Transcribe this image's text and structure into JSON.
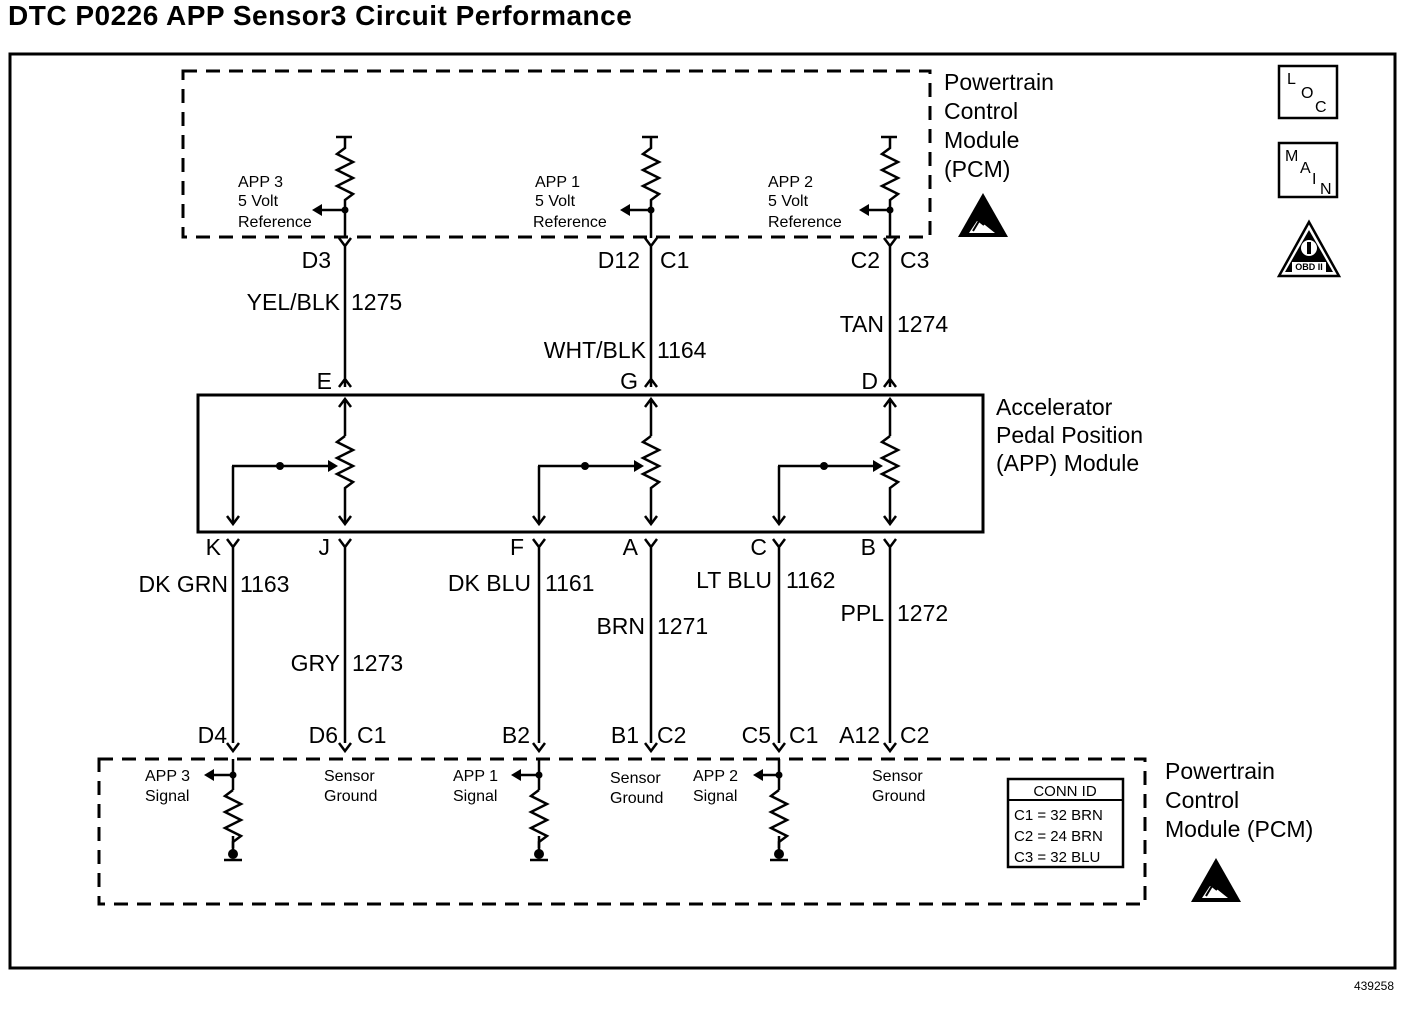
{
  "title": "DTC P0226 APP Sensor3 Circuit Performance",
  "figure_number": "439258",
  "pcm_top": {
    "label_lines": [
      "Powertrain",
      "Control",
      "Module",
      "(PCM)"
    ],
    "refs": [
      {
        "lines": [
          "APP 3",
          "5 Volt",
          "Reference"
        ]
      },
      {
        "lines": [
          "APP 1",
          "5 Volt",
          "Reference"
        ]
      },
      {
        "lines": [
          "APP 2",
          "5 Volt",
          "Reference"
        ]
      }
    ]
  },
  "app_module": {
    "label_lines": [
      "Accelerator",
      "Pedal Position",
      "(APP) Module"
    ]
  },
  "pcm_bottom": {
    "label_lines": [
      "Powertrain",
      "Control",
      "Module (PCM)"
    ],
    "signals": [
      {
        "lines": [
          "APP 3",
          "Signal"
        ]
      },
      {
        "lines": [
          "APP 1",
          "Signal"
        ]
      },
      {
        "lines": [
          "APP 2",
          "Signal"
        ]
      }
    ],
    "grounds": [
      {
        "lines": [
          "Sensor",
          "Ground"
        ]
      },
      {
        "lines": [
          "Sensor",
          "Ground"
        ]
      },
      {
        "lines": [
          "Sensor",
          "Ground"
        ]
      }
    ]
  },
  "top_wires": [
    {
      "pcm_pin": "D3",
      "pcm_conn": "",
      "color": "YEL/BLK",
      "circuit": "1275",
      "module_pin": "E"
    },
    {
      "pcm_pin": "D12",
      "pcm_conn": "C1",
      "color": "WHT/BLK",
      "circuit": "1164",
      "module_pin": "G"
    },
    {
      "pcm_pin": "C2",
      "pcm_conn": "C3",
      "color": "TAN",
      "circuit": "1274",
      "module_pin": "D"
    }
  ],
  "bottom_wires": [
    {
      "module_pin": "K",
      "color": "DK GRN",
      "circuit": "1163",
      "pcm_pin": "D4",
      "pcm_conn": ""
    },
    {
      "module_pin": "J",
      "color": "GRY",
      "circuit": "1273",
      "pcm_pin": "D6",
      "pcm_conn": "C1"
    },
    {
      "module_pin": "F",
      "color": "DK BLU",
      "circuit": "1161",
      "pcm_pin": "B2",
      "pcm_conn": ""
    },
    {
      "module_pin": "A",
      "color": "BRN",
      "circuit": "1271",
      "pcm_pin": "B1",
      "pcm_conn": "C2"
    },
    {
      "module_pin": "C",
      "color": "LT BLU",
      "circuit": "1162",
      "pcm_pin": "C5",
      "pcm_conn": "C1"
    },
    {
      "module_pin": "B",
      "color": "PPL",
      "circuit": "1272",
      "pcm_pin": "A12",
      "pcm_conn": "C2"
    }
  ],
  "conn_id": {
    "header": "CONN ID",
    "rows": [
      "C1 = 32 BRN",
      "C2 = 24 BRN",
      "C3 = 32 BLU"
    ]
  },
  "badges": {
    "loc": {
      "letters": [
        "L",
        "O",
        "C"
      ]
    },
    "main": {
      "letters": [
        "M",
        "A",
        "I",
        "N"
      ]
    },
    "obd": {
      "text": "OBD II"
    }
  },
  "icons": [
    "esd-warning-icon",
    "loc-icon",
    "main-icon",
    "obd-ii-icon",
    "ground-symbol-icon"
  ]
}
